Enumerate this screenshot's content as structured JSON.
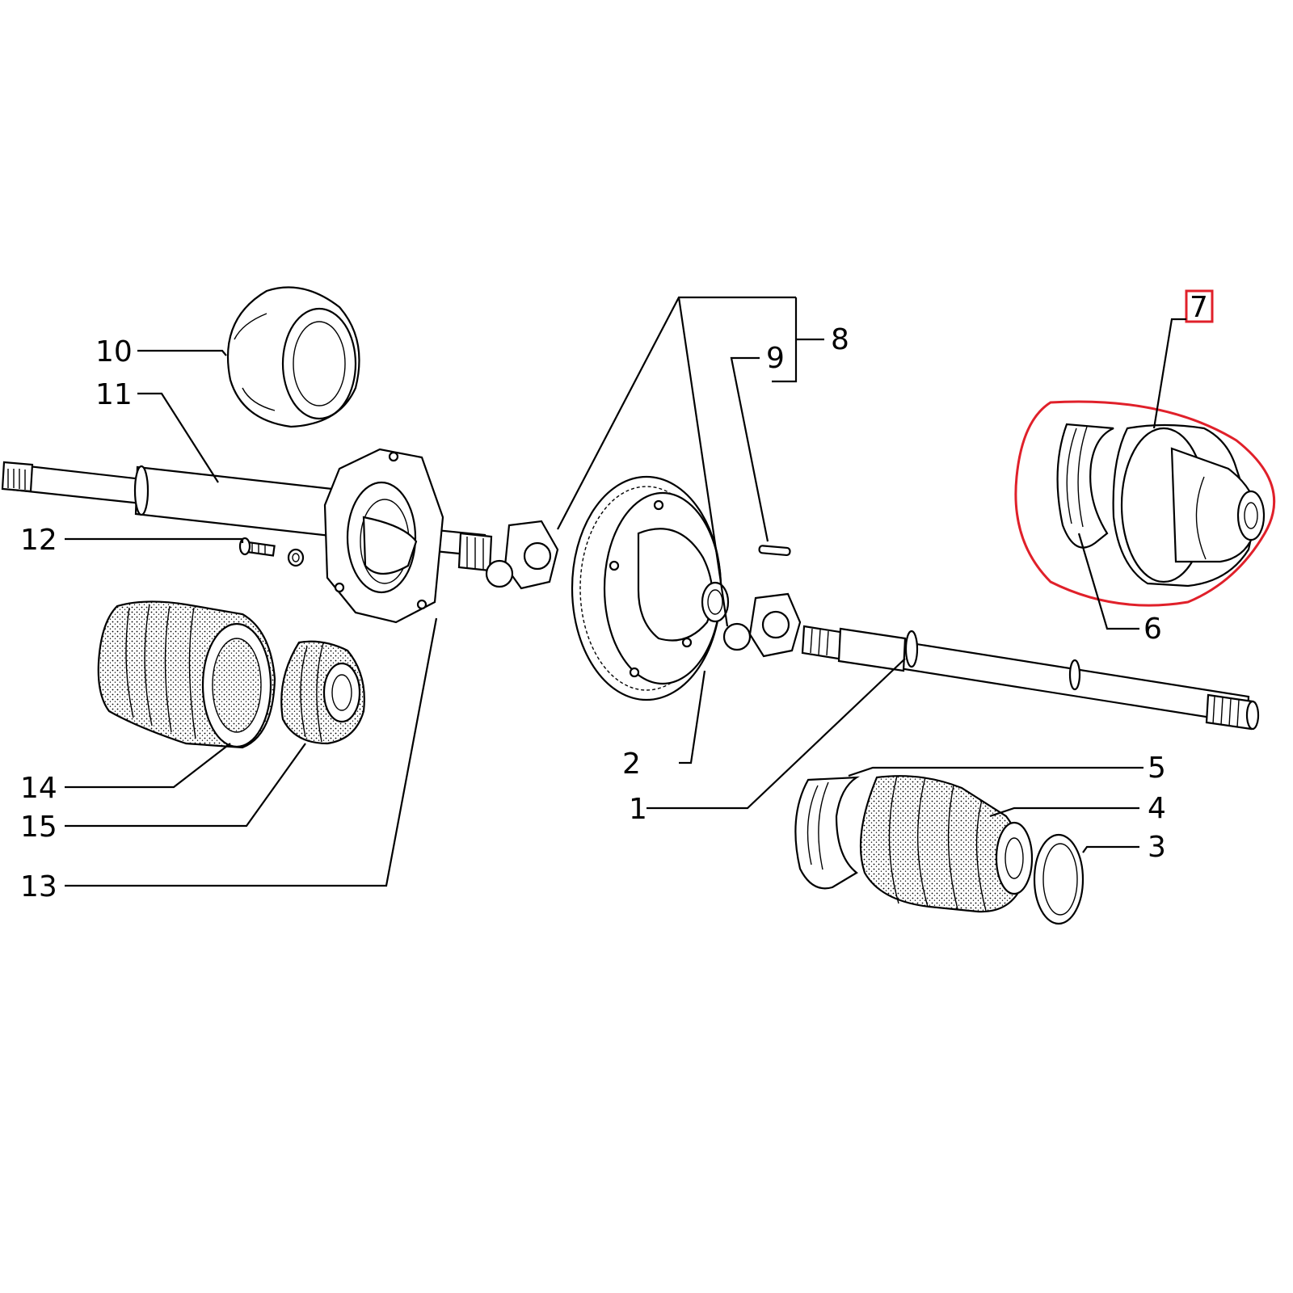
{
  "labels": {
    "l1": "1",
    "l2": "2",
    "l3": "3",
    "l4": "4",
    "l5": "5",
    "l6": "6",
    "l7": "7",
    "l8": "8",
    "l9": "9",
    "l10": "10",
    "l11": "11",
    "l12": "12",
    "l13": "13",
    "l14": "14",
    "l15": "15"
  },
  "highlight": {
    "part": "7",
    "color": "#e0202a"
  },
  "colors": {
    "ink": "#000000",
    "paper": "#ffffff"
  }
}
